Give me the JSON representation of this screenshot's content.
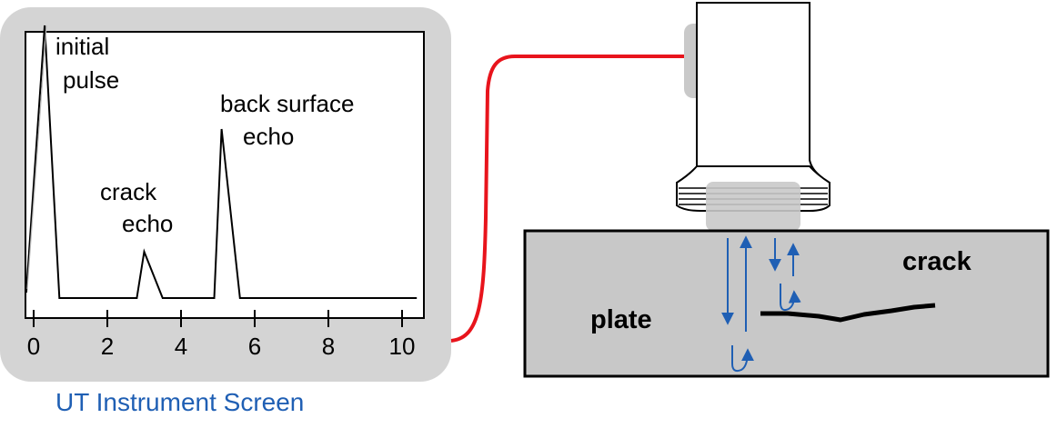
{
  "screen": {
    "caption": "UT Instrument Screen",
    "x_ticks": [
      "0",
      "2",
      "4",
      "6",
      "8",
      "10"
    ],
    "annotations": {
      "initial_pulse_line1": "initial",
      "initial_pulse_line2": "pulse",
      "crack_echo_line1": "crack",
      "crack_echo_line2": "echo",
      "back_echo_line1": "back surface",
      "back_echo_line2": "echo"
    }
  },
  "specimen": {
    "plate_label": "plate",
    "crack_label": "crack"
  },
  "chart_data": {
    "type": "line",
    "x_ticks": [
      0,
      2,
      4,
      6,
      8,
      10
    ],
    "xlim": [
      -0.2,
      10.4
    ],
    "x": [
      -0.2,
      0.3,
      0.7,
      2.8,
      3.0,
      3.5,
      4.9,
      5.1,
      5.6,
      10.4
    ],
    "y": [
      0.02,
      1.0,
      0.0,
      0.0,
      0.17,
      0.0,
      0.0,
      0.62,
      0.0,
      0.0
    ],
    "annotations": [
      "initial pulse",
      "crack echo",
      "back surface echo"
    ]
  },
  "colors": {
    "screen_bezel": "#d4d4d4",
    "cable": "#e8141c",
    "caption": "#1f5fb4",
    "arrows": "#1f5fb4",
    "plate_fill": "#c8c8c8",
    "transducer_face": "#c9c9c9"
  }
}
